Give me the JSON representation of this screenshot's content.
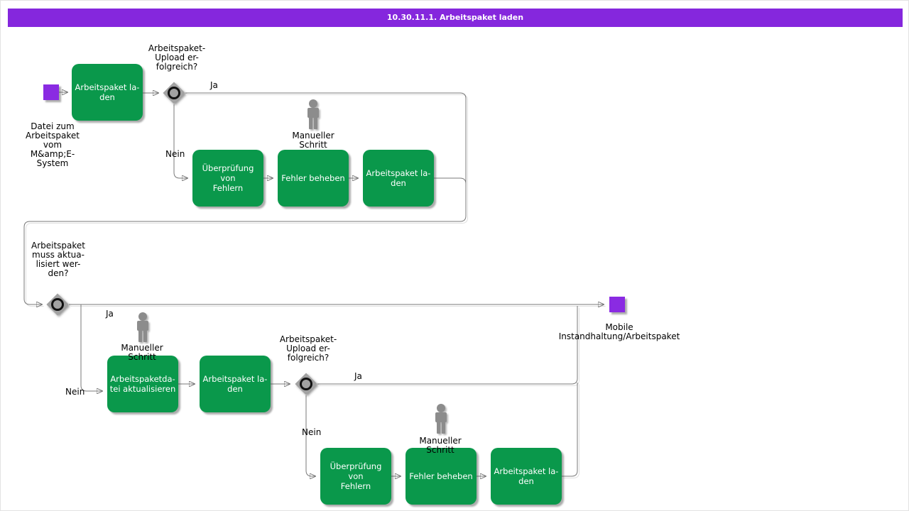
{
  "title": "10.30.11.1. Arbeitspaket laden",
  "start": {
    "label": "Datei zum\nArbeitspaket\nvom\nM&amp;E-\nSystem"
  },
  "end": {
    "label": "Mobile\nInstandhaltung/Arbeitspaket"
  },
  "activities": {
    "a1": {
      "label": "Arbeitspaket la-\nden"
    },
    "a2": {
      "label": "Überprüfung von\nFehlern"
    },
    "a3": {
      "label": "Fehler beheben"
    },
    "a4": {
      "label": "Arbeitspaket la-\nden"
    },
    "a5": {
      "label": "Arbeitspaketda-\ntei aktualisieren"
    },
    "a6": {
      "label": "Arbeitspaket la-\nden"
    },
    "a7": {
      "label": "Überprüfung von\nFehlern"
    },
    "a8": {
      "label": "Fehler beheben"
    },
    "a9": {
      "label": "Arbeitspaket la-\nden"
    }
  },
  "decisions": {
    "d1": {
      "label": "Arbeitspaket-\nUpload er-\nfolgreich?"
    },
    "d2": {
      "label": "Arbeitspaket\nmuss aktua-\nlisiert wer-\nden?"
    },
    "d3": {
      "label": "Arbeitspaket-\nUpload er-\nfolgreich?"
    }
  },
  "edges": {
    "yes": "Ja",
    "no": "Nein"
  },
  "annotations": {
    "manual_step": "Manueller\nSchritt"
  },
  "colors": {
    "titlebar": "#8527dd",
    "node": "#8a2be2",
    "activity": "#0a984b",
    "line": "#787878"
  }
}
